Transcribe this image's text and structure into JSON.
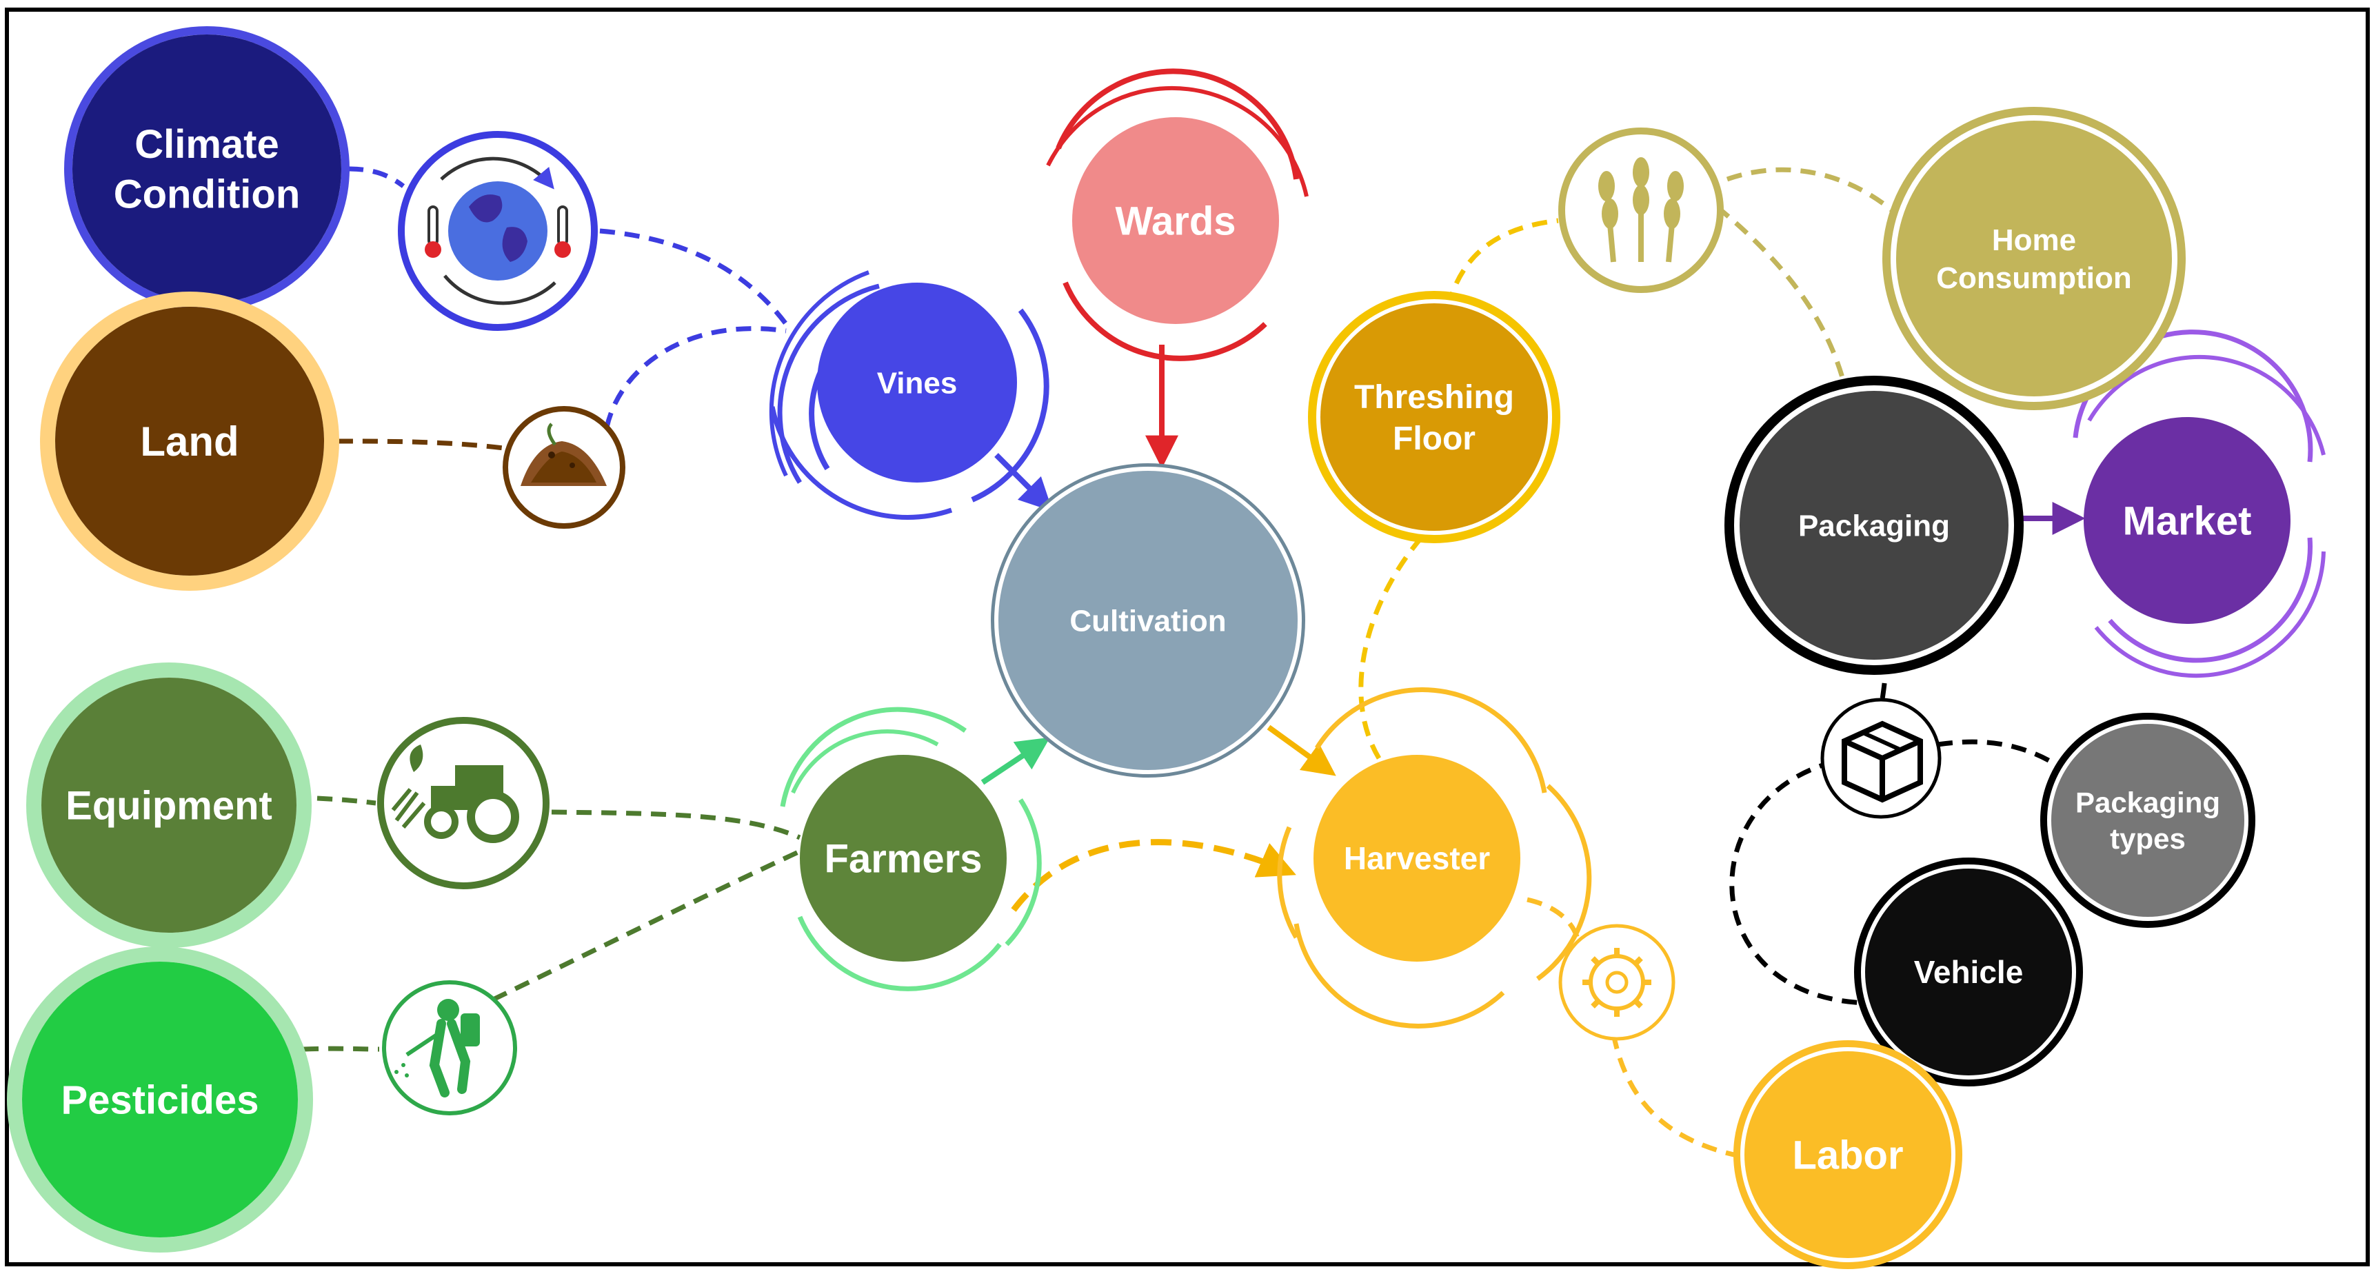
{
  "diagram": {
    "nodes": {
      "climate": {
        "lines": [
          "Climate",
          "Condition"
        ],
        "color": "#1b1b7e",
        "ring": "#4a4ae0"
      },
      "land": {
        "lines": [
          "Land"
        ],
        "color": "#6b3a05",
        "ring": "#ffd27f"
      },
      "equipment": {
        "lines": [
          "Equipment"
        ],
        "color": "#5a8038",
        "ring": "#a6e6b0"
      },
      "pesticides": {
        "lines": [
          "Pesticides"
        ],
        "color": "#22cc44",
        "ring": "#a6e6b0"
      },
      "vines": {
        "lines": [
          "Vines"
        ],
        "color": "#4646e6",
        "ring": "#4646e6"
      },
      "wards": {
        "lines": [
          "Wards"
        ],
        "color": "#f08a8a",
        "ring": "#e0252a"
      },
      "cultivation": {
        "lines": [
          "Cultivation"
        ],
        "color": "#8aa3b5",
        "ring": "#6d8899"
      },
      "farmers": {
        "lines": [
          "Farmers"
        ],
        "color": "#5e853a",
        "ring": "#6ee690"
      },
      "harvester": {
        "lines": [
          "Harvester"
        ],
        "color": "#fbbd26",
        "ring": "#fbbd26"
      },
      "threshing": {
        "lines": [
          "Threshing",
          "Floor"
        ],
        "color": "#d99a05",
        "ring": "#f5c400"
      },
      "home": {
        "lines": [
          "Home",
          "Consumption"
        ],
        "color": "#c2b55a",
        "ring": "#c2b55a"
      },
      "packaging": {
        "lines": [
          "Packaging"
        ],
        "color": "#444444",
        "ring": "#000000"
      },
      "market": {
        "lines": [
          "Market"
        ],
        "color": "#6b2fa4",
        "ring": "#9b5ae6"
      },
      "packaging_types": {
        "lines": [
          "Packaging",
          "types"
        ],
        "color": "#777777",
        "ring": "#000000"
      },
      "vehicle": {
        "lines": [
          "Vehicle"
        ],
        "color": "#0d0d0d",
        "ring": "#000000"
      },
      "labor": {
        "lines": [
          "Labor"
        ],
        "color": "#fbbd26",
        "ring": "#fbbd26"
      }
    },
    "icons": {
      "globe": {
        "name": "globe-thermometer-icon",
        "color": "#3c3ce0"
      },
      "soil": {
        "name": "soil-pile-icon",
        "color": "#6b3a05"
      },
      "tractor": {
        "name": "tractor-icon",
        "color": "#4d7a2e"
      },
      "sprayer": {
        "name": "pesticide-sprayer-icon",
        "color": "#2ea84a"
      },
      "wheat": {
        "name": "wheat-icon",
        "color": "#c2b55a"
      },
      "gear": {
        "name": "gear-icon",
        "color": "#fbbd26"
      },
      "box": {
        "name": "package-box-icon",
        "color": "#000000"
      }
    }
  }
}
